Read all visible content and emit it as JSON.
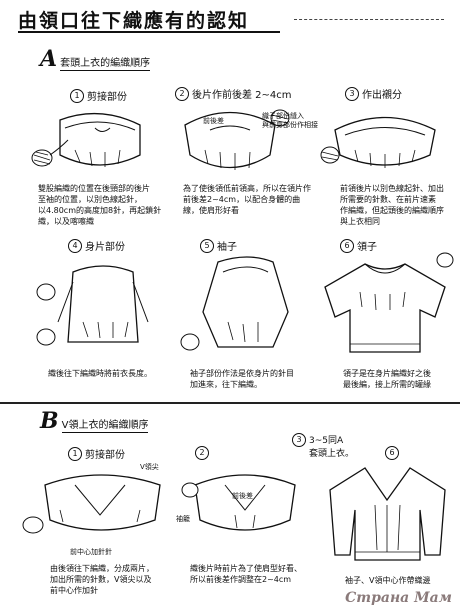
{
  "title": "由領口往下織應有的認知",
  "section_a": {
    "letter": "A",
    "label": "套頭上衣的編織順序",
    "steps": [
      {
        "num": "1",
        "title": "剪接部份",
        "note": "雙股編織的位置在後頸部的後片\n至袖的位置，以別色線起針，\n以4.80cm的高度加8針，再起鎖針\n織，以及喀嚓織"
      },
      {
        "num": "2",
        "title": "後片作前後差 2~4cm",
        "label_back": "前後差",
        "label_side": "織子部份縫入\n與前身部份作相接",
        "note": "為了使後領低前領高，所以在領片作\n前後差2~4cm，以配合身體的曲\n線，使肩形好看"
      },
      {
        "num": "3",
        "title": "作出襯分",
        "note": "前領後片以別色線起針、加出\n所需要的針數、在前片速素\n作編織，但起頭後的編織順序\n與上衣相同"
      },
      {
        "num": "4",
        "title": "身片部份",
        "note": "織後往下編織時將前衣長度。"
      },
      {
        "num": "5",
        "title": "袖子",
        "note": "袖子部份作法是依身片的針目\n加進來，往下編織。"
      },
      {
        "num": "6",
        "title": "領子",
        "note": "領子是在身片編織好之後\n最後編，接上所需的罐緣"
      }
    ]
  },
  "section_b": {
    "letter": "B",
    "label": "V領上衣的編織順序",
    "steps": [
      {
        "num": "1",
        "title": "剪接部份",
        "label_v": "V領尖",
        "label_center": "前中心加針針",
        "note": "由後領往下編織，分成兩片，\n加出所需的針數，V領尖以及\n前中心作加針"
      },
      {
        "num": "2",
        "title": "",
        "label_back": "前後差",
        "label_side": "袖籠",
        "note": "織後片時前片為了使肩型好看、\n所以前後差作調整在2~4cm"
      },
      {
        "num": "3",
        "title": "3~5同A\n套頭上衣。",
        "note": ""
      },
      {
        "num": "6",
        "title": "",
        "note": "袖子、V領中心作帶織邊"
      }
    ]
  },
  "watermark": "Страна Мам"
}
